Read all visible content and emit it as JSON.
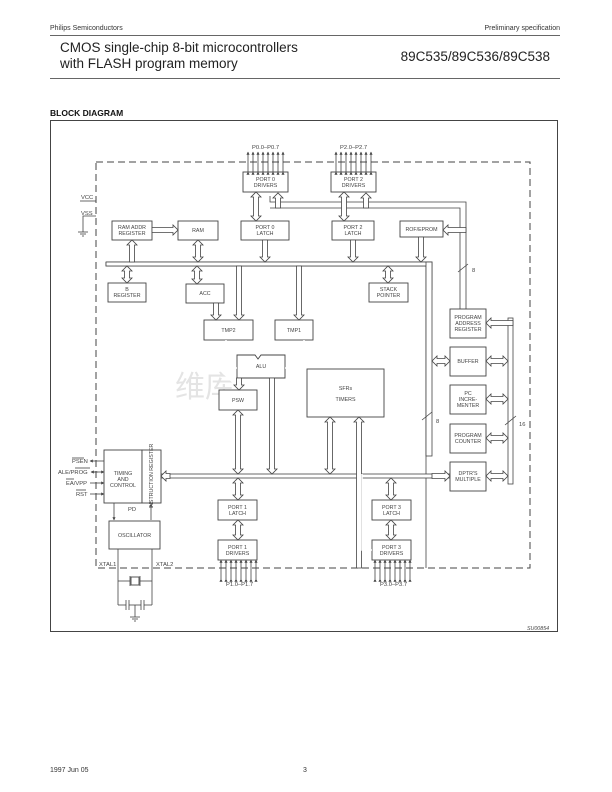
{
  "header": {
    "company": "Philips Semiconductors",
    "doc_status": "Preliminary specification",
    "title_line1": "CMOS single-chip 8-bit microcontrollers",
    "title_line2": "with FLASH program memory",
    "part_numbers": "89C535/89C536/89C538"
  },
  "section_title": "BLOCK DIAGRAM",
  "diagram": {
    "figure_id": "SU00854",
    "watermark": "维库电子市场网",
    "blocks": {
      "port0_drivers": [
        "PORT 0",
        "DRIVERS"
      ],
      "port2_drivers": [
        "PORT 2",
        "DRIVERS"
      ],
      "ram_addr_register": [
        "RAM ADDR",
        "REGISTER"
      ],
      "ram": [
        "RAM"
      ],
      "port0_latch": [
        "PORT 0",
        "LATCH"
      ],
      "port2_latch": [
        "PORT 2",
        "LATCH"
      ],
      "rom_eprom": [
        "ROF/EPROM"
      ],
      "b_register": [
        "B",
        "REGISTER"
      ],
      "acc": [
        "ACC"
      ],
      "stack_pointer": [
        "STACK",
        "POINTER"
      ],
      "tmp2": [
        "TMP2"
      ],
      "tmp1": [
        "TMP1"
      ],
      "alu": [
        "ALU"
      ],
      "psw": [
        "PSW"
      ],
      "sfrs_timers": [
        "SFRs",
        "TIMERS"
      ],
      "program_address_register": [
        "PROGRAM",
        "ADDRESS",
        "REGISTER"
      ],
      "buffer": [
        "BUFFER"
      ],
      "pc_incrementer": [
        "PC",
        "INCRE-",
        "MENTER"
      ],
      "program_counter": [
        "PROGRAM",
        "COUNTER"
      ],
      "dptr_multiple": [
        "DPTR'S",
        "MULTIPLE"
      ],
      "timing_control": [
        "TIMING",
        "AND",
        "CONTROL"
      ],
      "instruction_register": "INSTRUCTION REGISTER",
      "oscillator": [
        "OSCILLATOR"
      ],
      "port1_latch": [
        "PORT 1",
        "LATCH"
      ],
      "port1_drivers": [
        "PORT 1",
        "DRIVERS"
      ],
      "port3_latch": [
        "PORT 3",
        "LATCH"
      ],
      "port3_drivers": [
        "PORT 3",
        "DRIVERS"
      ]
    },
    "pins": {
      "p0": "P0.0–P0.7",
      "p2": "P2.0–P2.7",
      "p1": "P1.0–P1.7",
      "p3": "P3.0–P3.7",
      "vcc": "VCC",
      "vss": "VSS",
      "psen": "PSEN",
      "ale_prog": "ALE/PROG",
      "ea_vpp": "EA/VPP",
      "rst": "RST",
      "xtal1": "XTAL1",
      "xtal2": "XTAL2",
      "pd": "PD"
    },
    "bus_widths": {
      "rom_bus": "8",
      "internal_bus": "8",
      "address_bus": "16"
    }
  },
  "footer": {
    "date": "1997 Jun 05",
    "page_number": "3"
  }
}
